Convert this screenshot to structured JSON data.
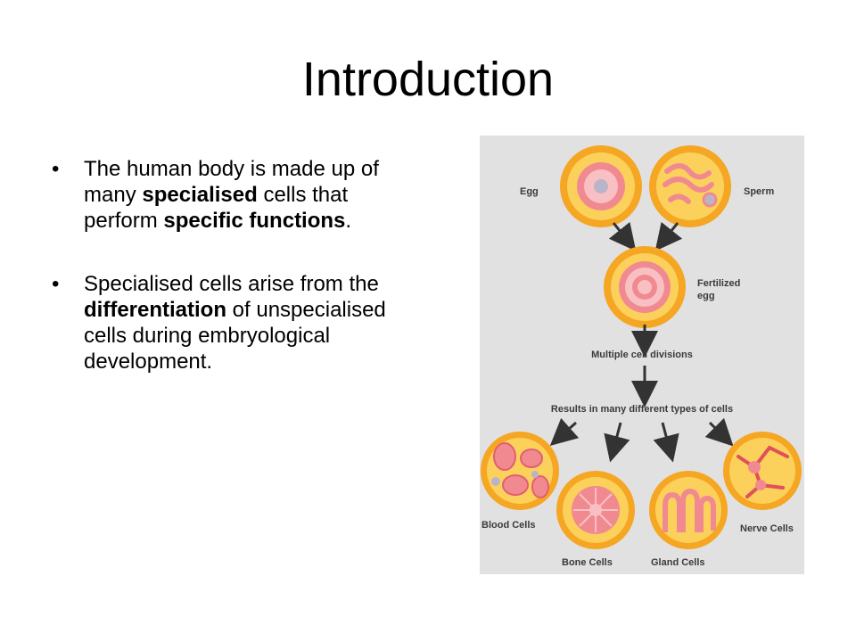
{
  "slide": {
    "title": "Introduction",
    "bullet_glyph": "•",
    "bullets": [
      {
        "segments": [
          {
            "text": "The human body is made up of many ",
            "bold": false
          },
          {
            "text": "specialised",
            "bold": true
          },
          {
            "text": " cells that perform ",
            "bold": false
          },
          {
            "text": "specific functions",
            "bold": true
          },
          {
            "text": ".",
            "bold": false
          }
        ]
      },
      {
        "segments": [
          {
            "text": "Specialised cells arise from the ",
            "bold": false
          },
          {
            "text": "differentiation",
            "bold": true
          },
          {
            "text": " of unspecialised cells during embryological development.",
            "bold": false
          }
        ]
      }
    ]
  },
  "figure": {
    "labels": {
      "egg": "Egg",
      "sperm": "Sperm",
      "fertilized_line1": "Fertilized",
      "fertilized_line2": "egg",
      "divisions": "Multiple cell divisions",
      "results": "Results in many different types of cells",
      "blood": "Blood Cells",
      "bone": "Bone Cells",
      "gland": "Gland Cells",
      "nerve": "Nerve Cells"
    },
    "colors": {
      "background": "#e1e1e1",
      "cell_outer": "#f5a623",
      "cell_inner": "#fbd15b",
      "pink": "#f08a90",
      "light_pink": "#f9c0c3",
      "arrow": "#333333",
      "text": "#3a3a3a"
    }
  }
}
